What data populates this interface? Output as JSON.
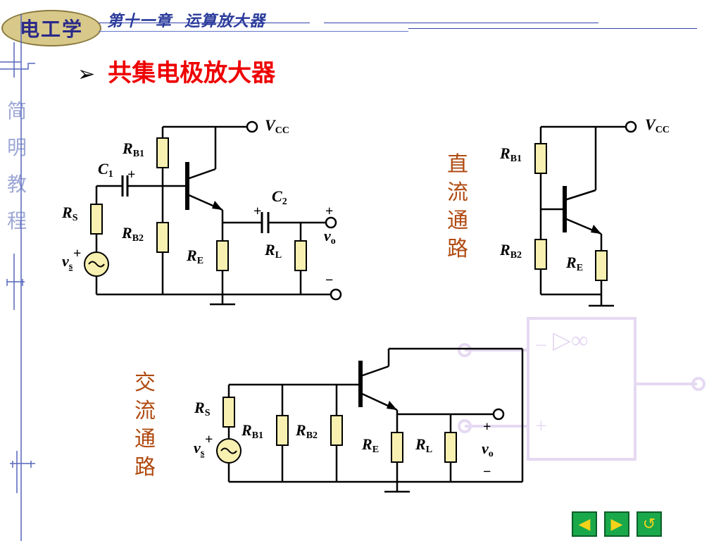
{
  "header": {
    "logo_text": "电工学",
    "chapter": "第十一章",
    "chapter_title": "运算放大器"
  },
  "sidebar": {
    "text": [
      "简",
      "明",
      "教",
      "程"
    ]
  },
  "title": "共集电极放大器",
  "title_marker": "➢",
  "dc_path_label": [
    "直",
    "流",
    "通",
    "路"
  ],
  "ac_path_label": [
    "交",
    "流",
    "通",
    "路"
  ],
  "circuit": {
    "vcc": {
      "main": "V",
      "sub": "CC"
    },
    "rb1": {
      "main": "R",
      "sub": "B1"
    },
    "rb2": {
      "main": "R",
      "sub": "B2"
    },
    "rs": {
      "main": "R",
      "sub": "S"
    },
    "re": {
      "main": "R",
      "sub": "E"
    },
    "rl": {
      "main": "R",
      "sub": "L"
    },
    "c1": {
      "main": "C",
      "sub": "1"
    },
    "c2": {
      "main": "C",
      "sub": "2"
    },
    "vs": {
      "main": "v",
      "sub": "s"
    },
    "vo": {
      "main": "v",
      "sub": "o"
    },
    "plus": "+",
    "minus": "−"
  },
  "watermark": {
    "infinity": "▷∞",
    "minus": "−",
    "plus": "+"
  },
  "nav": {
    "prev": "◀",
    "next": "▶",
    "back": "↺"
  },
  "colors": {
    "title": "#ee0000",
    "path_label": "#b04a10",
    "resistor_fill": "#f8f0b0",
    "nav": "#19a84a"
  }
}
